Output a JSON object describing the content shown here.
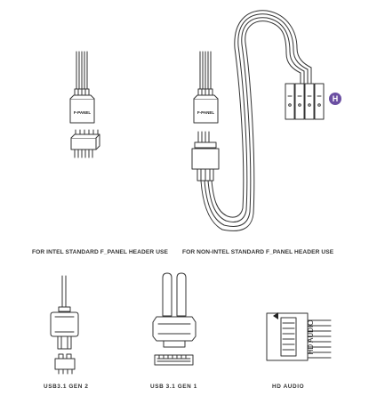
{
  "diagram": {
    "badge_letter": "H",
    "panel_label": "F-PANEL",
    "hd_audio_vertical_label": "HD AUDIO",
    "colors": {
      "badge": "#6b4fa2",
      "line": "#333333",
      "fill": "#ffffff"
    }
  },
  "captions": {
    "intel": "FOR INTEL STANDARD F_PANEL HEADER USE",
    "non_intel": "FOR NON-INTEL STANDARD F_PANEL HEADER USE",
    "usb_gen2": "USB3.1 GEN 2",
    "usb_gen1": "USB 3.1 GEN 1",
    "hd_audio": "HD AUDIO"
  }
}
